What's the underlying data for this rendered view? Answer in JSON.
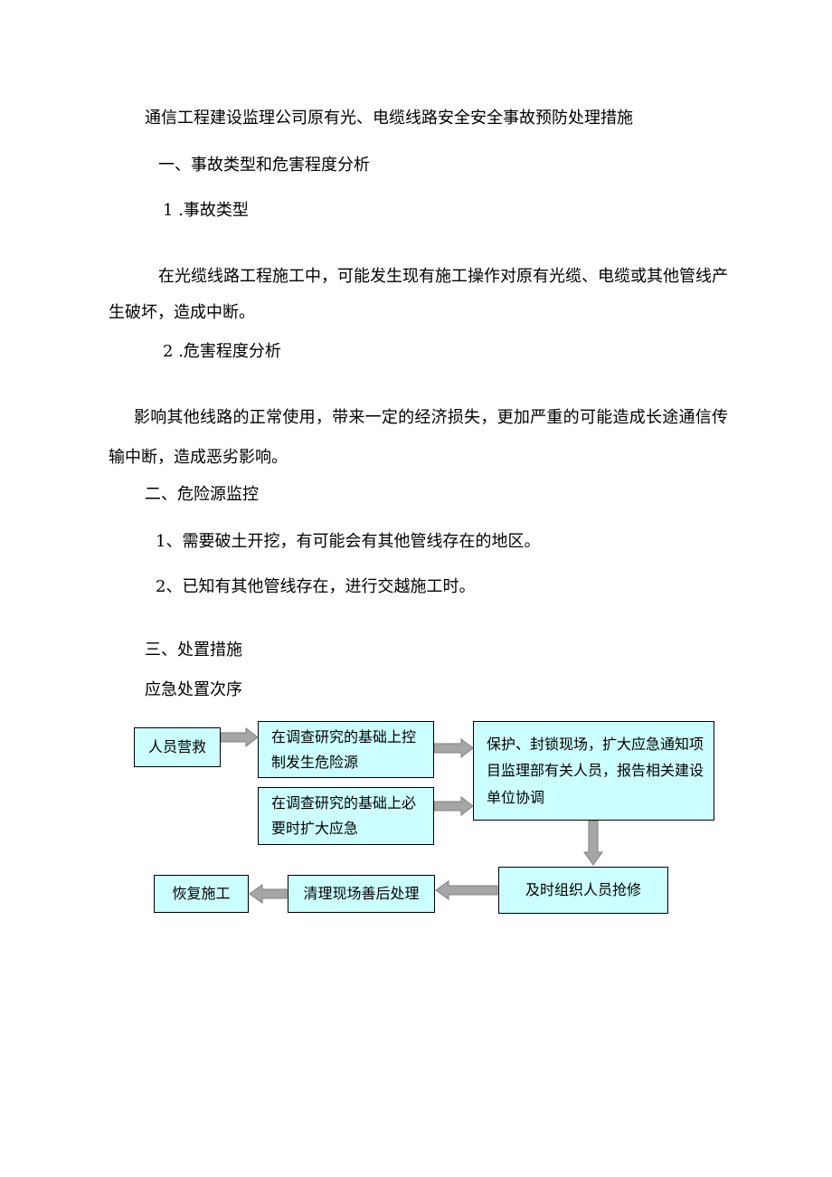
{
  "document": {
    "title": "通信工程建设监理公司原有光、电缆线路安全安全事故预防处理措施",
    "section1": {
      "heading": "一、事故类型和危害程度分析",
      "sub1": "1 .事故类型",
      "para1": "在光缆线路工程施工中，可能发生现有施工操作对原有光缆、电缆或其他管线产生破坏，造成中断。",
      "sub2": "2 .危害程度分析",
      "para2": "影响其他线路的正常使用，带来一定的经济损失，更加严重的可能造成长途通信传输中断，造成恶劣影响。"
    },
    "section2": {
      "heading": "二、危险源监控",
      "item1": "1、需要破土开挖，有可能会有其他管线存在的地区。",
      "item2": "2、已知有其他管线存在，进行交越施工时。"
    },
    "section3": {
      "heading": "三、处置措施",
      "caption": "应急处置次序"
    }
  },
  "flowchart": {
    "box_rescue": "人员营救",
    "box_control": "在调查研究的基础上控制发生危险源",
    "box_protect": "保护、封锁现场，扩大应急通知项目监理部有关人员，报告相关建设单位协调",
    "box_expand": "在调查研究的基础上必要时扩大应急",
    "box_repair": "及时组织人员抢修",
    "box_cleanup": "清理现场善后处理",
    "box_resume": "恢复施工"
  },
  "colors": {
    "box_fill": "#ccffff",
    "box_border": "#000000",
    "arrow_fill": "#a6a6a6",
    "arrow_border": "#7f7f7f"
  }
}
